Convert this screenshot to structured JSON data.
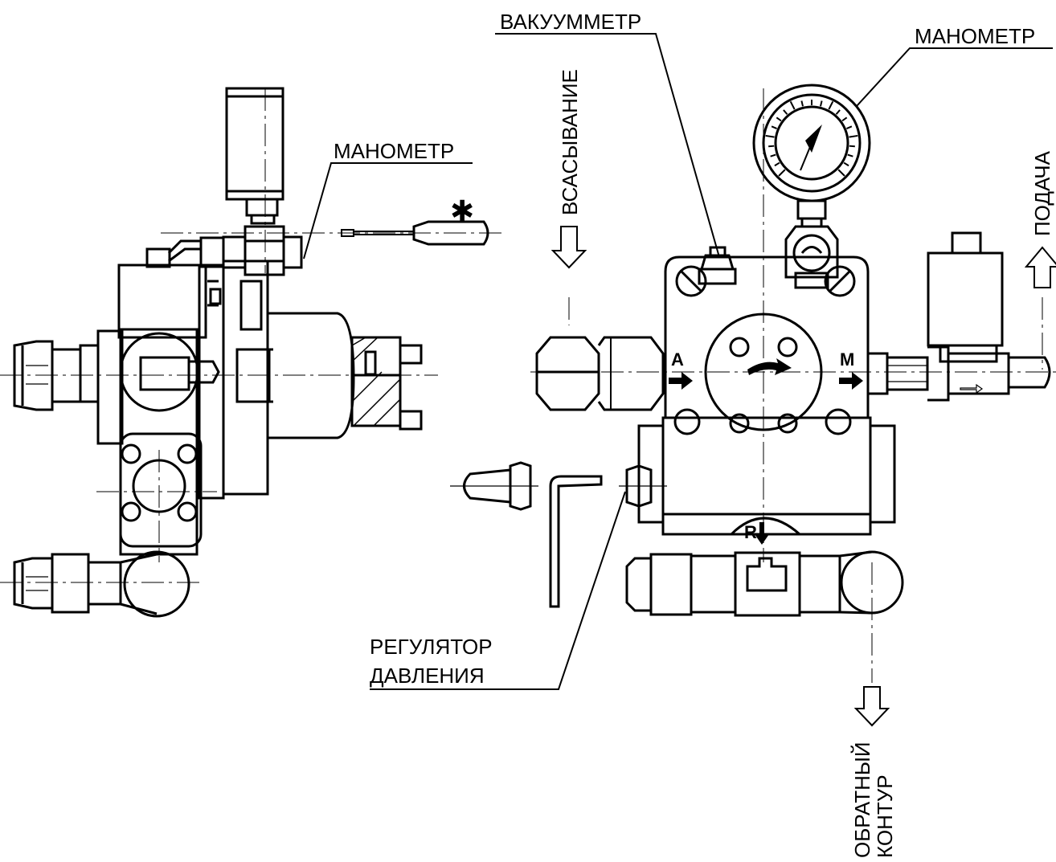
{
  "labels": {
    "manometer_left": "МАНОМЕТР",
    "asterisk": "✱",
    "suction": "ВСАСЫВАНИЕ",
    "vacuum_gauge": "ВАКУУММЕТР",
    "manometer_right": "МАНОМЕТР",
    "delivery": "ПОДАЧА",
    "port_a": "A",
    "port_m": "M",
    "port_r": "R",
    "pressure_regulator_line1": "РЕГУЛЯТОР",
    "pressure_regulator_line2": "ДАВЛЕНИЯ",
    "return_line1": "ОБРАТНЫЙ",
    "return_line2": "КОНТУР"
  }
}
